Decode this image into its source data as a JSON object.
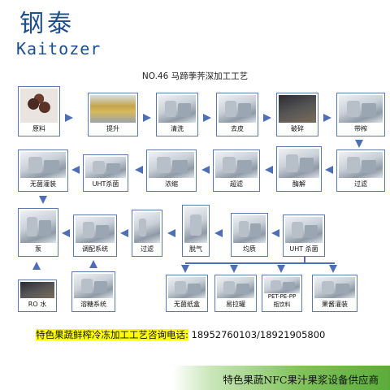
{
  "brand": {
    "name_cn": "钢泰",
    "name_en": "Kaitozer"
  },
  "title": "NO.46 马蹄荸荠深加工工艺",
  "process_row1": [
    "原料",
    "提升",
    "清洗",
    "去皮",
    "破碎",
    "带榨"
  ],
  "process_row2": [
    "无菌灌装",
    "UHT杀菌",
    "浓缩",
    "超滤",
    "酶解",
    "过滤"
  ],
  "process_row3": [
    "泵",
    "调配系统",
    "过滤",
    "脱气",
    "均质",
    "UHT 杀菌"
  ],
  "process_row4": [
    "RO 水",
    "溶糖系统",
    "无菌纸盒",
    "易拉罐",
    "PET-PE-PP\n瓶饮料",
    "果酱灌装"
  ],
  "hotline": {
    "label": "特色果蔬鲜榨冷冻加工工艺咨询电话:",
    "phones": " 18952760103/18921905800"
  },
  "footer": "特色果蔬NFC果汁果浆设备供应商",
  "colors": {
    "brand": "#1d4e8f",
    "arrow": "#4d6fb5",
    "box_border": "#5a79b0",
    "footer_green": "#5aac3a",
    "highlight": "#ffff00"
  }
}
